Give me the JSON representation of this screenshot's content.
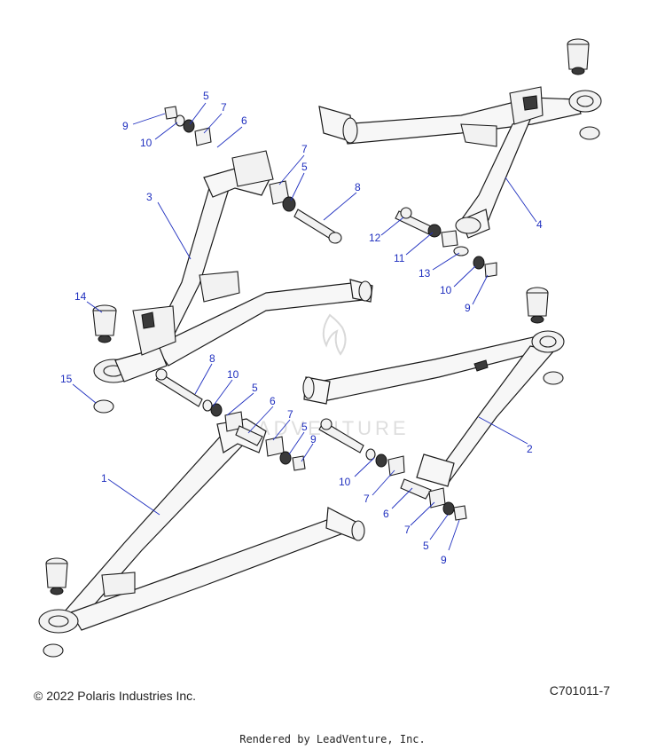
{
  "callouts": [
    {
      "id": "c9a",
      "label": "9"
    },
    {
      "id": "c10a",
      "label": "10"
    },
    {
      "id": "c5a",
      "label": "5"
    },
    {
      "id": "c7a",
      "label": "7"
    },
    {
      "id": "c6a",
      "label": "6"
    },
    {
      "id": "c3",
      "label": "3"
    },
    {
      "id": "c7b",
      "label": "7"
    },
    {
      "id": "c5b",
      "label": "5"
    },
    {
      "id": "c8a",
      "label": "8"
    },
    {
      "id": "c4",
      "label": "4"
    },
    {
      "id": "c12",
      "label": "12"
    },
    {
      "id": "c11",
      "label": "11"
    },
    {
      "id": "c13",
      "label": "13"
    },
    {
      "id": "c10b",
      "label": "10"
    },
    {
      "id": "c9b",
      "label": "9"
    },
    {
      "id": "c14",
      "label": "14"
    },
    {
      "id": "c15",
      "label": "15"
    },
    {
      "id": "c8b",
      "label": "8"
    },
    {
      "id": "c10c",
      "label": "10"
    },
    {
      "id": "c5c",
      "label": "5"
    },
    {
      "id": "c6b",
      "label": "6"
    },
    {
      "id": "c7c",
      "label": "7"
    },
    {
      "id": "c5d",
      "label": "5"
    },
    {
      "id": "c9c",
      "label": "9"
    },
    {
      "id": "c2",
      "label": "2"
    },
    {
      "id": "c1",
      "label": "1"
    },
    {
      "id": "c10d",
      "label": "10"
    },
    {
      "id": "c7d",
      "label": "7"
    },
    {
      "id": "c6c",
      "label": "6"
    },
    {
      "id": "c7e",
      "label": "7"
    },
    {
      "id": "c5e",
      "label": "5"
    },
    {
      "id": "c9d",
      "label": "9"
    }
  ],
  "footer": {
    "copyright": "© 2022 Polaris Industries Inc.",
    "drawing_number": "C701011-7",
    "rendered_by": "Rendered by LeadVenture, Inc."
  },
  "watermark": {
    "text": "LEADVENTURE"
  },
  "colors": {
    "callout": "#1f2fbf",
    "line": "#1a1a1a",
    "watermark": "#d9d9d9"
  }
}
